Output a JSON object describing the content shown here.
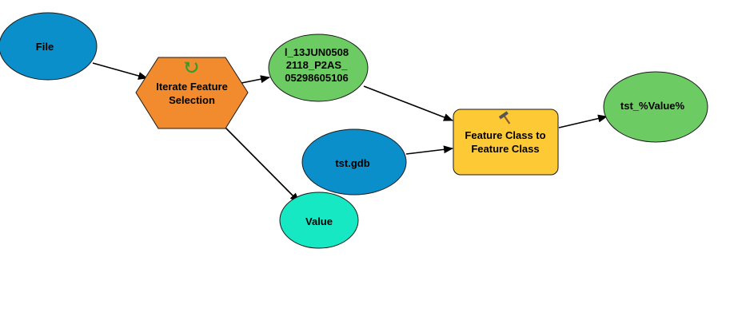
{
  "diagram": {
    "nodes": {
      "file": {
        "label": [
          "File"
        ],
        "kind": "variable",
        "color": "#0b8fcb"
      },
      "iterator": {
        "label": [
          "Iterate Feature",
          "Selection"
        ],
        "kind": "iterator",
        "color": "#f28b2e",
        "icon": "refresh-icon",
        "icon_color": "#3a9a2c"
      },
      "selection_output": {
        "label": [
          "l_13JUN0508",
          "2118_P2AS_",
          "05298605106"
        ],
        "kind": "derived-data",
        "color": "#6dcb63"
      },
      "value": {
        "label": [
          "Value"
        ],
        "kind": "derived-value",
        "color": "#17e8c4"
      },
      "workspace": {
        "label": [
          "tst.gdb"
        ],
        "kind": "input-data",
        "color": "#0b8fcb"
      },
      "tool": {
        "label": [
          "Feature Class to",
          "Feature Class"
        ],
        "kind": "tool",
        "color": "#fdca35",
        "icon": "hammer-icon"
      },
      "output": {
        "label": [
          "tst_%Value%"
        ],
        "kind": "output-data",
        "color": "#6dcb63"
      }
    },
    "edges": [
      {
        "from": "file",
        "to": "iterator"
      },
      {
        "from": "iterator",
        "to": "selection_output"
      },
      {
        "from": "iterator",
        "to": "value"
      },
      {
        "from": "selection_output",
        "to": "tool"
      },
      {
        "from": "workspace",
        "to": "tool"
      },
      {
        "from": "tool",
        "to": "output"
      }
    ]
  }
}
